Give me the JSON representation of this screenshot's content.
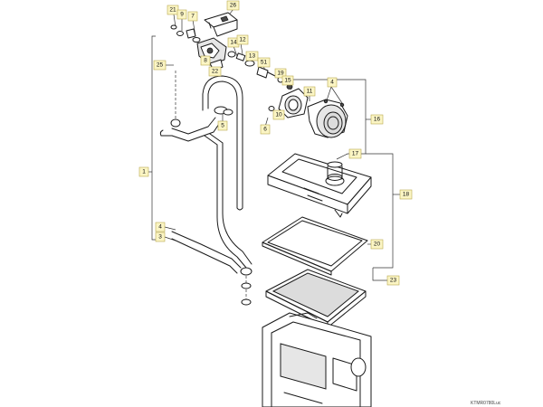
{
  "reference_code": "KTMR0780Luc",
  "callouts": {
    "c21": "21",
    "c9": "9",
    "c7": "7",
    "c26": "26",
    "c25": "25",
    "c8": "8",
    "c22": "22",
    "c14": "14",
    "c12": "12",
    "c13": "13",
    "c51": "51",
    "c19": "19",
    "c15": "15",
    "c11": "11",
    "c4": "4",
    "c10": "10",
    "c6": "6",
    "c5": "5",
    "c16": "16",
    "c17": "17",
    "c1": "1",
    "c18": "18",
    "c4b": "4",
    "c3": "3",
    "c20": "20",
    "c23": "23"
  }
}
